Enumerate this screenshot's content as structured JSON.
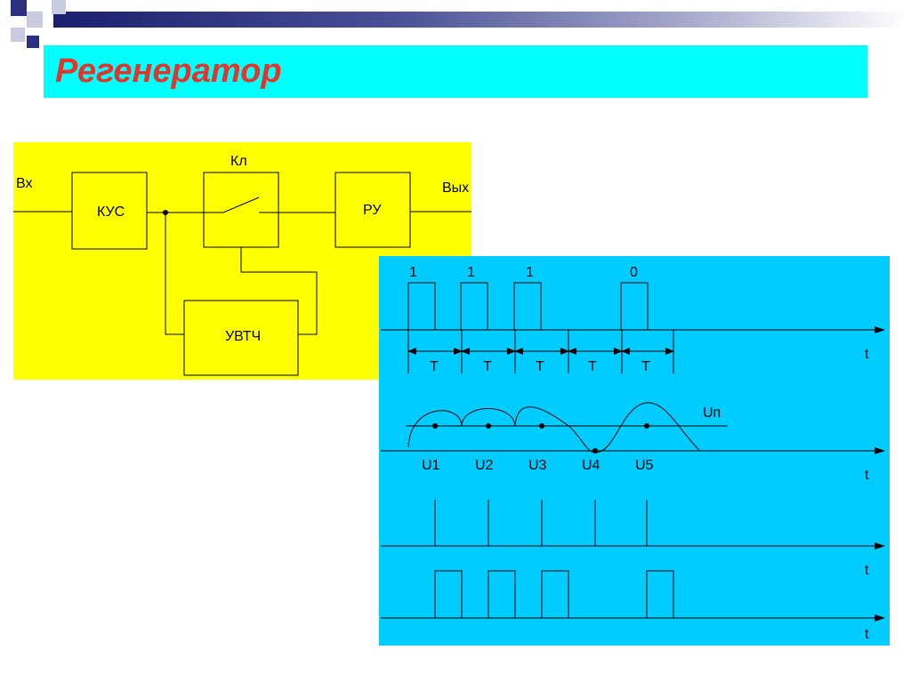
{
  "slide": {
    "title": "Регенератор"
  },
  "block_diagram": {
    "input_label": "Вх",
    "output_label": "Вых",
    "switch_label": "Кл",
    "kus_label": "КУС",
    "ru_label": "РУ",
    "uvtch_label": "УВТЧ"
  },
  "timing": {
    "bits": [
      "1",
      "1",
      "1",
      "0"
    ],
    "period_labels": [
      "T",
      "T",
      "T",
      "T",
      "T"
    ],
    "threshold_label": "Uп",
    "sample_labels": [
      "U1",
      "U2",
      "U3",
      "U4",
      "U5"
    ],
    "time_axis_labels": [
      "t",
      "t",
      "t",
      "t"
    ]
  },
  "colors": {
    "title_bg": "#00ffff",
    "title_text": "#e0362c",
    "diagram_bg": "#ffff00",
    "timing_bg": "#00ccff"
  }
}
